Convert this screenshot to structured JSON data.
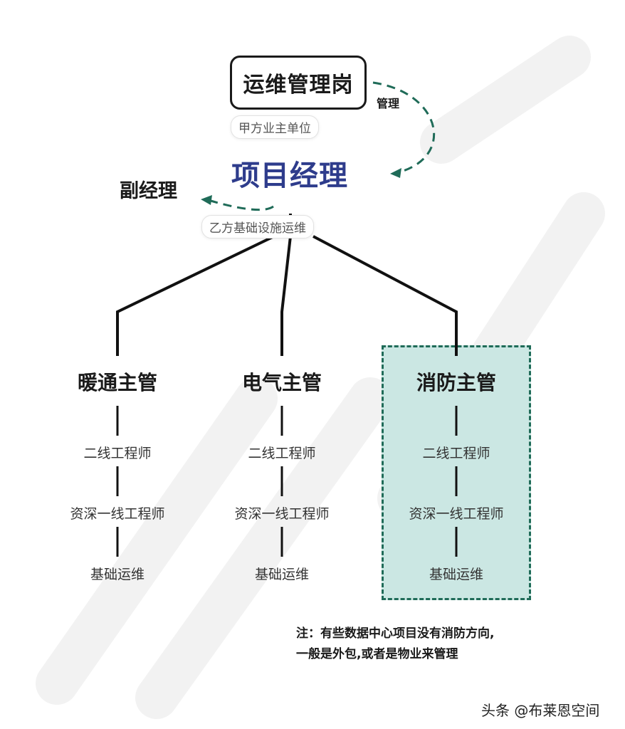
{
  "top": {
    "title": "运维管理岗",
    "subtitle_pill": "甲方业主单位",
    "arrow_label": "管理"
  },
  "pm": {
    "title": "项目经理",
    "subtitle_pill": "乙方基础设施运维",
    "title_color": "#2e3c8c"
  },
  "deputy": {
    "title": "副经理"
  },
  "branches": [
    {
      "head": "暖通主管",
      "roles": [
        "二线工程师",
        "资深一线工程师",
        "基础运维"
      ],
      "highlighted": false
    },
    {
      "head": "电气主管",
      "roles": [
        "二线工程师",
        "资深一线工程师",
        "基础运维"
      ],
      "highlighted": false
    },
    {
      "head": "消防主管",
      "roles": [
        "二线工程师",
        "资深一线工程师",
        "基础运维"
      ],
      "highlighted": true
    }
  ],
  "note": {
    "line1": "注：有些数据中心项目没有消防方向,",
    "line2": "一般是外包,或者是物业来管理"
  },
  "footer": {
    "attribution": "头条 @布莱恩空间"
  },
  "colors": {
    "accent_green": "#1f6b58",
    "highlight_fill": "#cbe7e3",
    "line": "#111111"
  }
}
